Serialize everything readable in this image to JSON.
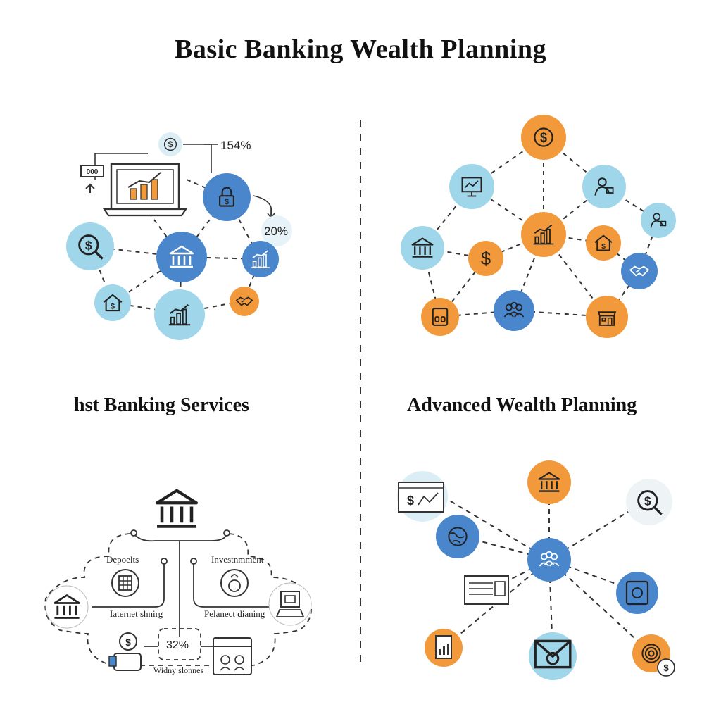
{
  "title": "Basic Banking Wealth Planning",
  "subtitles": {
    "left": "hst Banking Services",
    "right": "Advanced Wealth Planning"
  },
  "percent_labels": {
    "top_left_a": "154%",
    "top_left_b": "20%",
    "bottom_left": "32%"
  },
  "bottom_left_labels": {
    "deposits": "Depoelts",
    "investment": "Investnmment",
    "internet": "Iaternet shnirg",
    "planning": "Pelanect dianing",
    "wealth": "Widny slonnes"
  },
  "colors": {
    "light_blue": "#9fd6ea",
    "mid_blue": "#4a86cc",
    "orange": "#f29a3b",
    "line": "#2a2a2a"
  },
  "icons": [
    "dollar-icon",
    "bank-icon",
    "chart-icon",
    "house-icon",
    "handshake-icon",
    "people-icon",
    "laptop-icon",
    "lock-icon",
    "person-icon",
    "calendar-icon",
    "envelope-icon",
    "target-icon",
    "globe-icon",
    "store-icon"
  ]
}
